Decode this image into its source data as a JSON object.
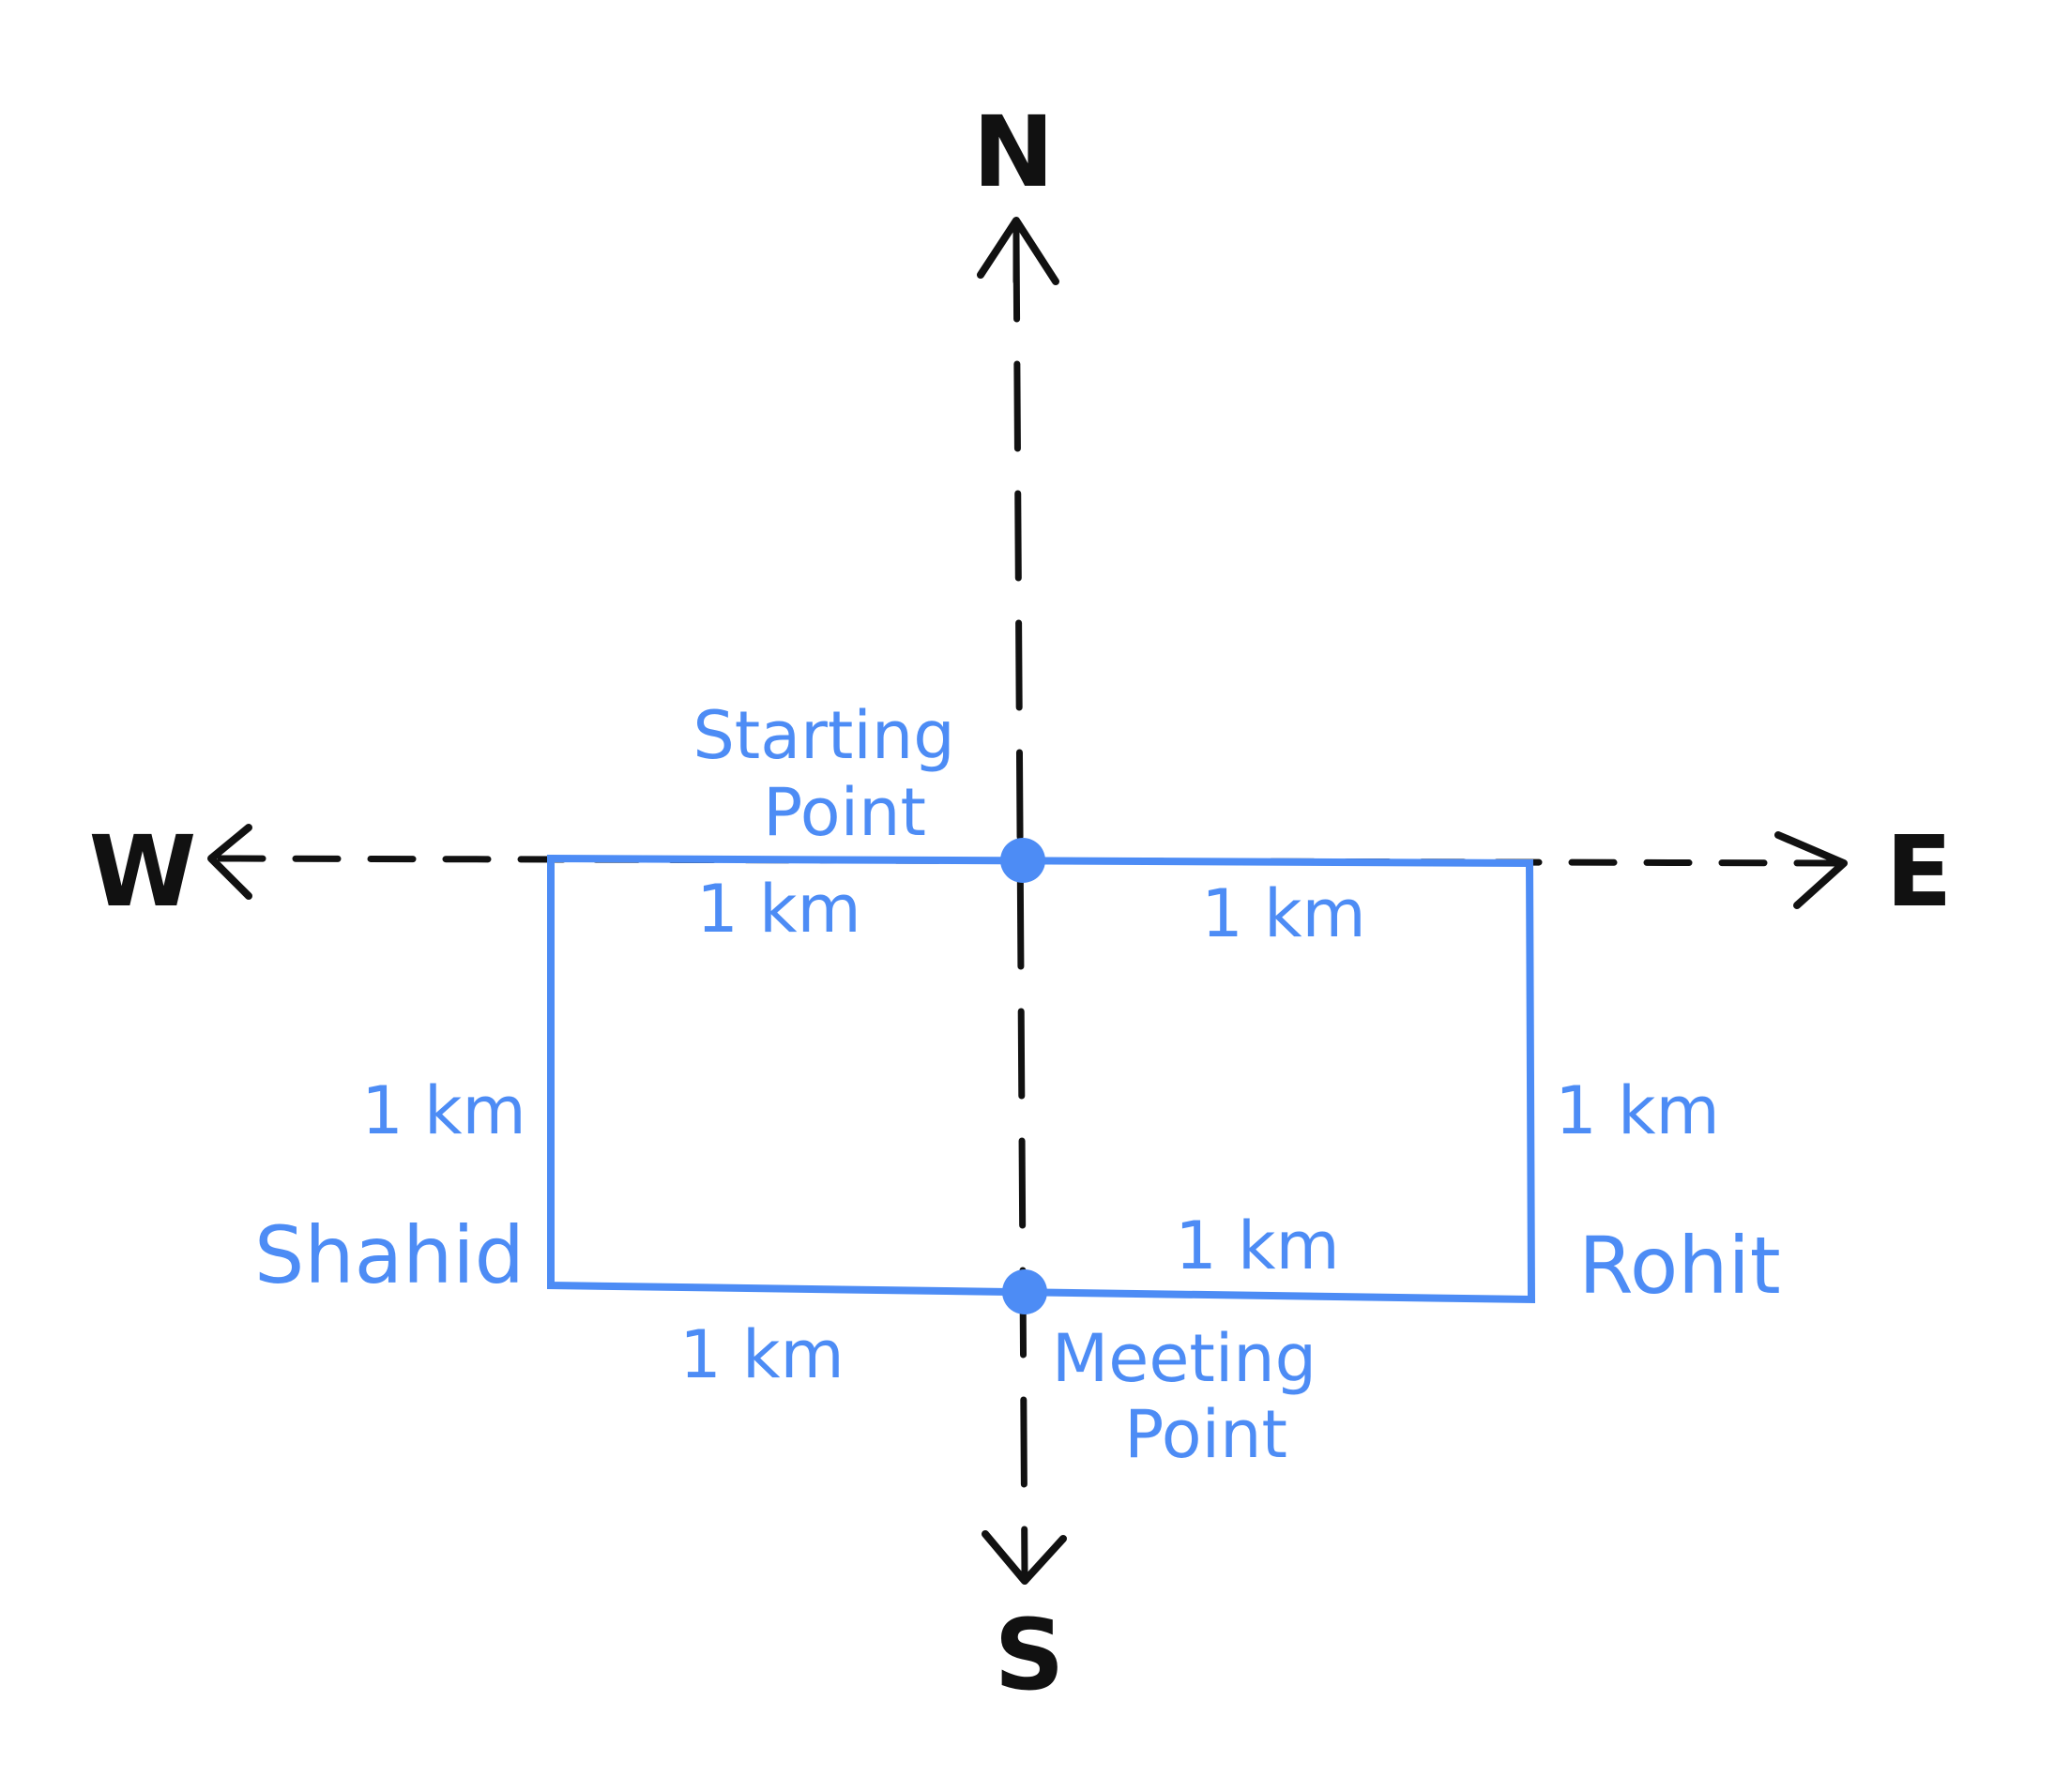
{
  "colors": {
    "ink": "#111111",
    "accent": "#4d8cf5"
  },
  "compass": {
    "north": "N",
    "south": "S",
    "east": "E",
    "west": "W"
  },
  "points": {
    "start_line1": "Starting",
    "start_line2": "Point",
    "meet_line1": "Meeting",
    "meet_line2": "Point"
  },
  "people": {
    "left": "Shahid",
    "right": "Rohit"
  },
  "distances": {
    "top_left": "1 km",
    "top_right": "1 km",
    "left_side": "1 km",
    "right_side": "1 km",
    "bottom_left": "1 km",
    "bottom_right": "1 km"
  }
}
